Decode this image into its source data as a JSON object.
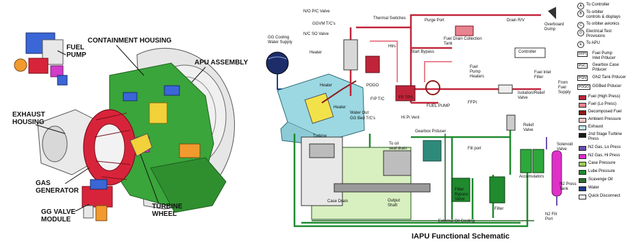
{
  "left": {
    "fuel_pump": "FUEL\nPUMP",
    "containment_housing": "CONTAINMENT HOUSING",
    "apu_assembly": "APU ASSEMBLY",
    "exhaust_housing": "EXHAUST\nHOUSING",
    "gas_generator": "GAS\nGENERATOR",
    "gg_valve_module": "GG VALVE\nMODULE",
    "turbine_wheel": "TURBINE\nWHEEL"
  },
  "schematic": {
    "caption": "IAPU Functional Schematic",
    "labels": {
      "np_pc_valve": "N/O P/C Valve",
      "ggvm_tc": "GGVM T/C's",
      "nc_so_valve": "N/C SO Valve",
      "gg_cooling": "GG Cooling\nWater Supply",
      "heater_top": "Heater",
      "thermal_switches": "Thermal Switches",
      "purge_port": "Purge Port",
      "drain_rv": "Drain R/V",
      "overboard_dump": "Overboard\nDump",
      "fuel_drain_tank": "Fuel Drain Collection\nTank",
      "htrs": "Htrs",
      "start_bypass": "Start Bypass",
      "controller": "Controller",
      "fuel_pump_heaters": "Fuel\nPump\nHeaters",
      "fuel_inlet_filter": "Fuel Inlet\nFilter",
      "isolation_valve": "Isolation/Relief\nValve",
      "from_fuel_supply": "From\nFuel\nSupply",
      "heater_mid": "Heater",
      "pogo": "POGO",
      "fp_tc": "F/P T/C",
      "ffpi": "FFPI",
      "fuel_pump": "FUEL PUMP",
      "fp_tps": "FP TPS",
      "heater_low": "Heater",
      "water_out": "Water Out",
      "gg_bed_tc": "GG Bed T/C's",
      "hi_pi_vent": "Hi Pi Vent",
      "turbine": "Turbine",
      "gearbox_pduser": "Gearbox P/duser",
      "fill_port": "Fill port",
      "relief_valve": "Relief\nValve",
      "to_oil_seal_drain": "To oil\nseal drain",
      "solenoid_valve": "Solenoid\nValve",
      "accumulators": "Accumulators",
      "n2_press_tank": "N2 Press\nTank",
      "case_drain": "Case Drain",
      "output_shaft": "Output\nShaft",
      "filter_bypass": "Filter\nBypass\nValve",
      "filter": "Filter",
      "n2_fill_port": "N2 Fill\nPort",
      "external_oil_cooling": "External Oil Cooling"
    },
    "keys": [
      {
        "letter": "A",
        "text": "To Controller"
      },
      {
        "letter": "B",
        "text": "To orbiter\ncontrols & displays"
      },
      {
        "letter": "C",
        "text": "To orbiter avionics"
      },
      {
        "letter": "D",
        "text": "Electrical Test\nProvisions"
      },
      {
        "letter": "E",
        "text": "To APU"
      }
    ],
    "abbrev": [
      {
        "code": "FFPI",
        "text": "Fuel Pump\nInlet P/ducer"
      },
      {
        "code": "PGC",
        "text": "Gearbox Case\nP/ducer"
      },
      {
        "code": "PGN",
        "text": "GN2 Tank P/ducer"
      },
      {
        "code": "POGO",
        "text": "GGBed P/ducer"
      }
    ],
    "legend": [
      {
        "label": "Fuel (High Press)",
        "color": "#c0243a"
      },
      {
        "label": "Fuel (Lo Press)",
        "color": "#e8848f"
      },
      {
        "label": "Decomposed Fuel",
        "color": "#8c1a1a"
      },
      {
        "label": "Ambient Pressure",
        "color": "#f0c8c8"
      },
      {
        "label": "Exhaust",
        "color": "#bfe8ee"
      },
      {
        "label": "2nd Stage Turbine\nPress",
        "color": "#1a1a1a"
      },
      {
        "label": "N2 Gas, Lo Press",
        "color": "#6a4fb0"
      },
      {
        "label": "N2 Gas, Hi Press",
        "color": "#e030c8"
      },
      {
        "label": "Case Pressure",
        "color": "#9ccc55"
      },
      {
        "label": "Lube Pressure",
        "color": "#1f8a2e"
      },
      {
        "label": "Scavenge Oil",
        "color": "#2e6b2e"
      },
      {
        "label": "Water",
        "color": "#1c3d8a"
      },
      {
        "label": "Quick Disconnect",
        "color": "#ffffff"
      }
    ]
  }
}
